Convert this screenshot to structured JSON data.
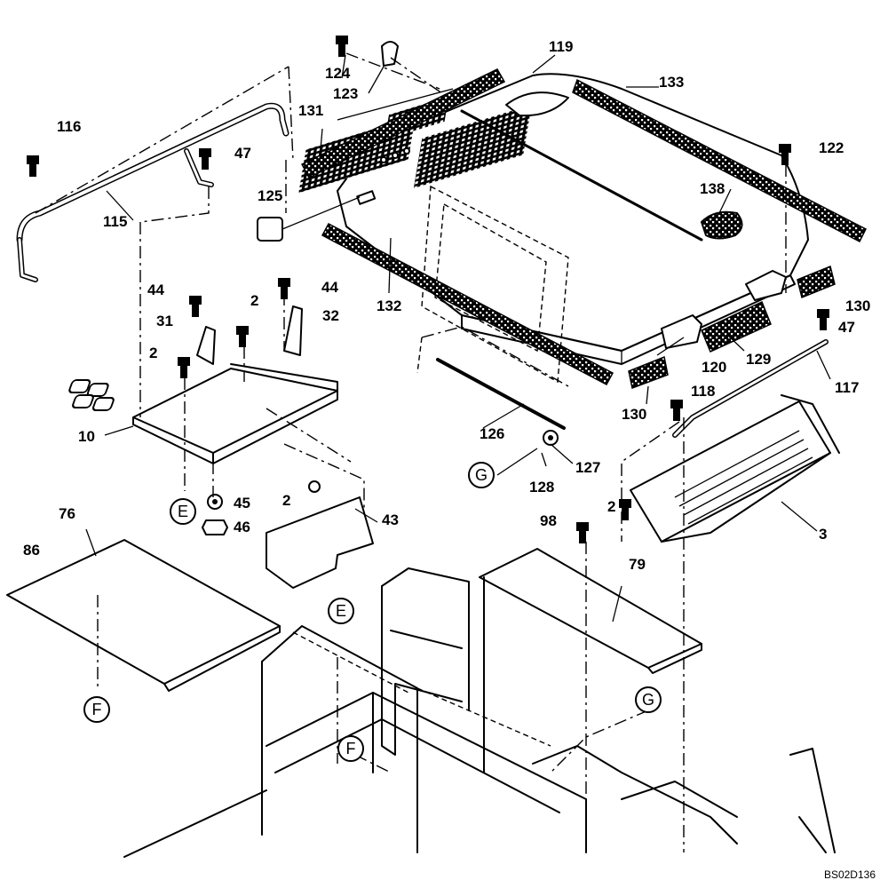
{
  "diagram_code": "BS02D136",
  "part_labels": [
    {
      "id": "p119",
      "text": "119"
    },
    {
      "id": "p124",
      "text": "124"
    },
    {
      "id": "p123",
      "text": "123"
    },
    {
      "id": "p133",
      "text": "133"
    },
    {
      "id": "p116",
      "text": "116"
    },
    {
      "id": "p131",
      "text": "131"
    },
    {
      "id": "p122",
      "text": "122"
    },
    {
      "id": "p47a",
      "text": "47"
    },
    {
      "id": "p125",
      "text": "125"
    },
    {
      "id": "p138",
      "text": "138"
    },
    {
      "id": "p115",
      "text": "115"
    },
    {
      "id": "p44a",
      "text": "44"
    },
    {
      "id": "p44b",
      "text": "44"
    },
    {
      "id": "p132",
      "text": "132"
    },
    {
      "id": "p130a",
      "text": "130"
    },
    {
      "id": "p2a",
      "text": "2"
    },
    {
      "id": "p31",
      "text": "31"
    },
    {
      "id": "p32",
      "text": "32"
    },
    {
      "id": "p47b",
      "text": "47"
    },
    {
      "id": "p2b",
      "text": "2"
    },
    {
      "id": "p120",
      "text": "120"
    },
    {
      "id": "p129",
      "text": "129"
    },
    {
      "id": "p117",
      "text": "117"
    },
    {
      "id": "p118",
      "text": "118"
    },
    {
      "id": "p130b",
      "text": "130"
    },
    {
      "id": "p10",
      "text": "10"
    },
    {
      "id": "p126",
      "text": "126"
    },
    {
      "id": "p127",
      "text": "127"
    },
    {
      "id": "p128",
      "text": "128"
    },
    {
      "id": "p45",
      "text": "45"
    },
    {
      "id": "p2c",
      "text": "2"
    },
    {
      "id": "p46",
      "text": "46"
    },
    {
      "id": "p2d",
      "text": "2"
    },
    {
      "id": "p98",
      "text": "98"
    },
    {
      "id": "p3",
      "text": "3"
    },
    {
      "id": "p76",
      "text": "76"
    },
    {
      "id": "p43",
      "text": "43"
    },
    {
      "id": "p86",
      "text": "86"
    },
    {
      "id": "p79",
      "text": "79"
    }
  ],
  "reference_markers": [
    {
      "id": "refE1",
      "text": "E"
    },
    {
      "id": "refG1",
      "text": "G"
    },
    {
      "id": "refE2",
      "text": "E"
    },
    {
      "id": "refF1",
      "text": "F"
    },
    {
      "id": "refG2",
      "text": "G"
    },
    {
      "id": "refF2",
      "text": "F"
    }
  ]
}
